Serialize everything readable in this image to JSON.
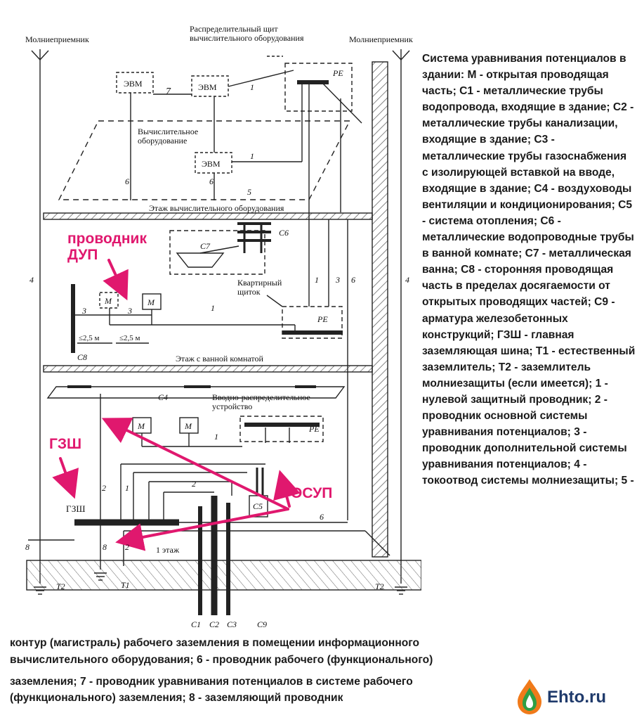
{
  "diagram": {
    "top_labels": {
      "lightning_left": "Молниеприемник",
      "lightning_right": "Молниеприемник",
      "dist_board": "Распределительный щит\nвычислительного оборудования"
    },
    "labels": {
      "evm": "ЭВМ",
      "pe": "PE",
      "m": "M",
      "comp_equipment": "Вычислительное\nоборудование",
      "floor_computing": "Этаж вычислительного оборудования",
      "floor_bathroom": "Этаж с ванной комнатой",
      "apt_board": "Квартирный\nщиток",
      "intro_device": "Вводно-распределительное\nустройство",
      "first_floor": "1 этаж",
      "gzsh": "ГЗШ",
      "dist_25": "≤2,5 м",
      "c1": "C1",
      "c2": "C2",
      "c3": "C3",
      "c4": "C4",
      "c5": "C5",
      "c6": "C6",
      "c7": "C7",
      "c8": "C8",
      "c9": "C9",
      "t1": "T1",
      "t2": "T2",
      "n1": "1",
      "n2": "2",
      "n3": "3",
      "n4": "4",
      "n5": "5",
      "n6": "6",
      "n7": "7",
      "n8": "8"
    },
    "callouts": {
      "dup": "проводник\nДУП",
      "gzsh": "ГЗШ",
      "osup": "ОСУП"
    },
    "colors": {
      "callout": "#e0186e",
      "line": "#222222",
      "hatch": "#555555"
    }
  },
  "legend": {
    "text": "Система уравнивания потенциалов в здании: М - открытая проводящая часть; С1 - металлические трубы водопровода, входящие в здание; С2 - металлические трубы канализации, входящие в здание; С3 - металлические трубы газоснабжения с изолирующей вставкой на вводе, входящие в здание; С4 - воздуховоды вентиляции и кондиционирования; С5 - система отопления; С6 - металлические водопроводные трубы в ванной комнате; С7 - металлическая ванна; С8 - сторонняя проводящая часть в пределах досягаемости от открытых проводящих частей; С9 - арматура железобетонных конструкций; ГЗШ - главная заземляющая шина; Т1 - естественный заземлитель; Т2 - заземлитель молниезащиты (если имеется); 1 - нулевой защитный проводник; 2 - проводник основной системы уравнивания потенциалов; 3 - проводник дополнительной системы уравнивания потенциалов; 4 - токоотвод системы молниезащиты; 5 -",
    "bottom_lines": [
      "контур (магистраль) рабочего заземления в помещении информационного",
      "вычислительного оборудования; 6 - проводник рабочего (функционального)",
      "заземления; 7 - проводник уравнивания потенциалов в системе рабочего",
      "(функционального) заземления; 8 - заземляющий проводник"
    ]
  },
  "logo": {
    "text": "Ehto.ru",
    "icon": "flame-drop-icon"
  }
}
